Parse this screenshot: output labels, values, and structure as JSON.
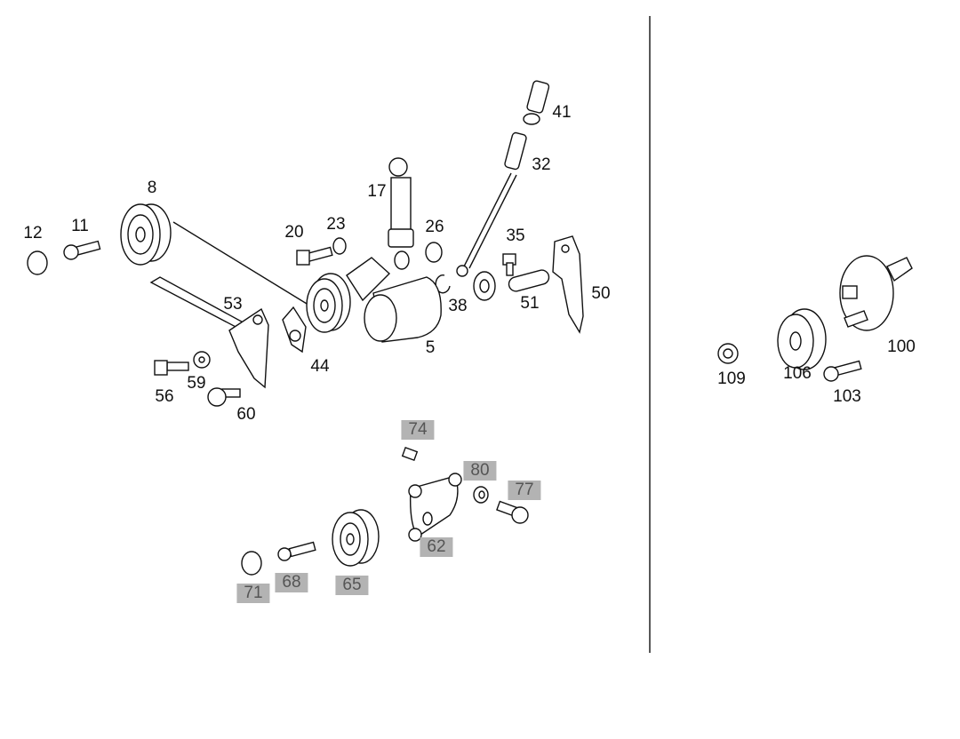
{
  "diagram": {
    "type": "exploded parts diagram",
    "labels": [
      {
        "n": "41",
        "highlight": false
      },
      {
        "n": "32",
        "highlight": false
      },
      {
        "n": "17",
        "highlight": false
      },
      {
        "n": "8",
        "highlight": false
      },
      {
        "n": "12",
        "highlight": false
      },
      {
        "n": "11",
        "highlight": false
      },
      {
        "n": "20",
        "highlight": false
      },
      {
        "n": "23",
        "highlight": false
      },
      {
        "n": "26",
        "highlight": false
      },
      {
        "n": "35",
        "highlight": false
      },
      {
        "n": "50",
        "highlight": false
      },
      {
        "n": "53",
        "highlight": false
      },
      {
        "n": "38",
        "highlight": false
      },
      {
        "n": "51",
        "highlight": false
      },
      {
        "n": "5",
        "highlight": false
      },
      {
        "n": "44",
        "highlight": false
      },
      {
        "n": "56",
        "highlight": false
      },
      {
        "n": "59",
        "highlight": false
      },
      {
        "n": "60",
        "highlight": false
      },
      {
        "n": "74",
        "highlight": true
      },
      {
        "n": "80",
        "highlight": true
      },
      {
        "n": "77",
        "highlight": true
      },
      {
        "n": "62",
        "highlight": true
      },
      {
        "n": "71",
        "highlight": true
      },
      {
        "n": "68",
        "highlight": true
      },
      {
        "n": "65",
        "highlight": true
      },
      {
        "n": "109",
        "highlight": false
      },
      {
        "n": "106",
        "highlight": false
      },
      {
        "n": "100",
        "highlight": false
      },
      {
        "n": "103",
        "highlight": false
      }
    ],
    "colors": {
      "highlight_bg": "#b3b3b3",
      "highlight_text": "#555555",
      "line": "#111111"
    }
  }
}
